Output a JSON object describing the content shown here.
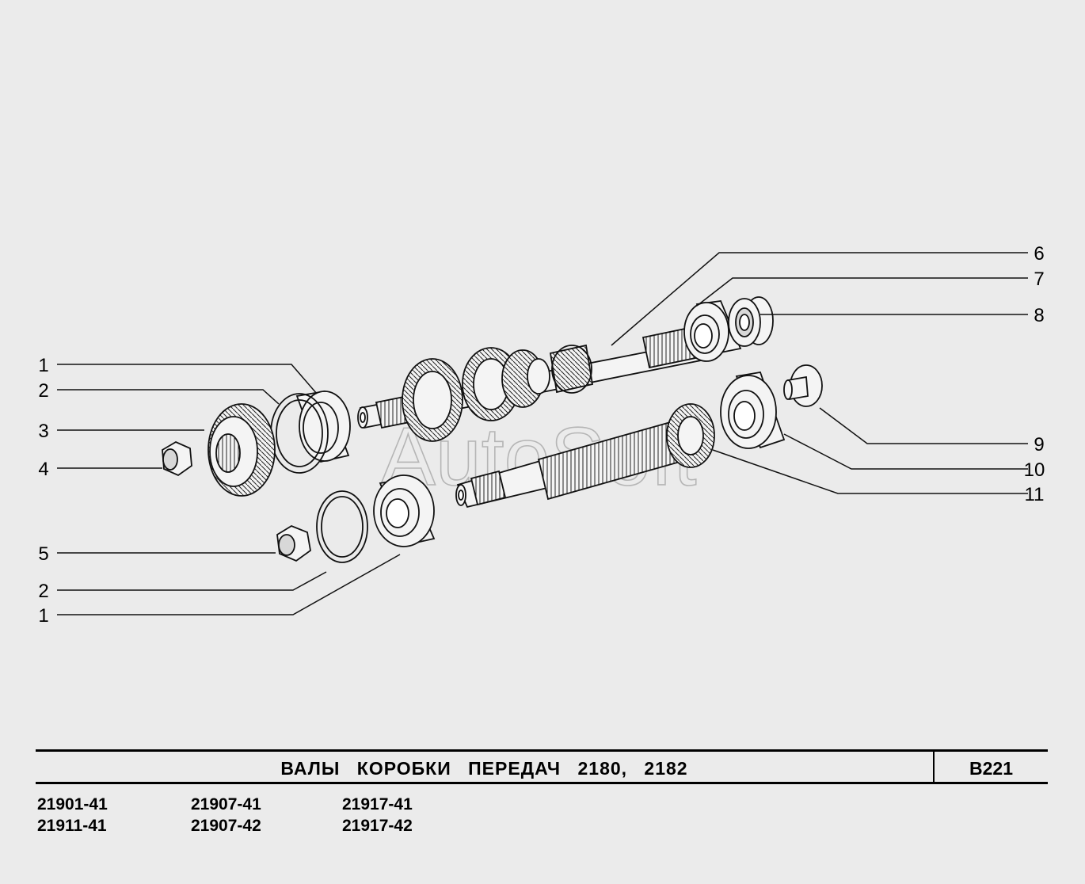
{
  "watermark": "AutoSoft",
  "callouts_left": [
    {
      "num": "1"
    },
    {
      "num": "2"
    },
    {
      "num": "3"
    },
    {
      "num": "4"
    },
    {
      "num": "5"
    },
    {
      "num": "2"
    },
    {
      "num": "1"
    }
  ],
  "callouts_right": [
    {
      "num": "6"
    },
    {
      "num": "7"
    },
    {
      "num": "8"
    },
    {
      "num": "9"
    },
    {
      "num": "10"
    },
    {
      "num": "11"
    }
  ],
  "title": "ВАЛЫ КОРОБКИ ПЕРЕДАЧ 2180, 2182",
  "page_code": "B221",
  "model_codes": [
    [
      "21901-41",
      "21911-41"
    ],
    [
      "21907-41",
      "21907-42"
    ],
    [
      "21917-41",
      "21917-42"
    ]
  ]
}
